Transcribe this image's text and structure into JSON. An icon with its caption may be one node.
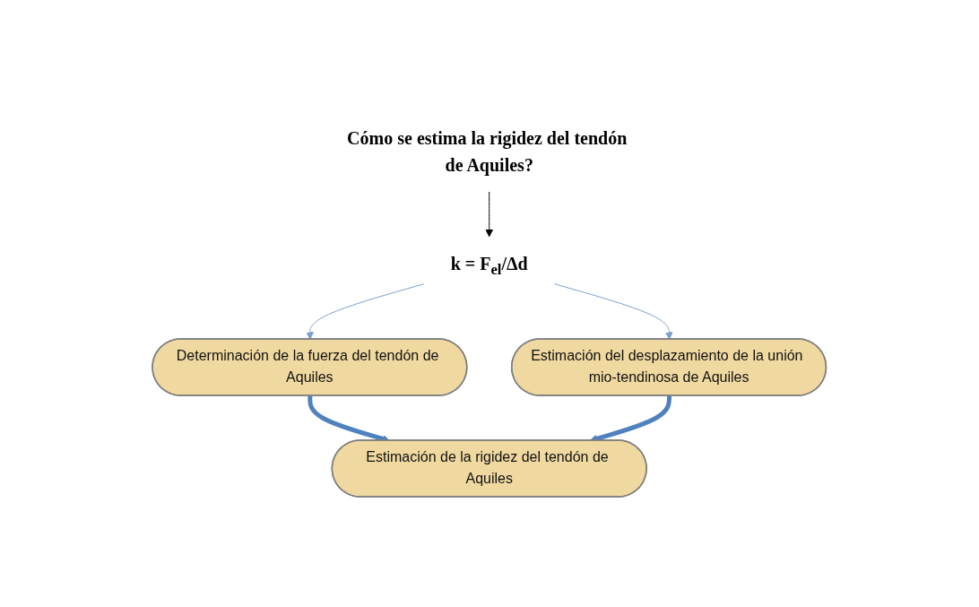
{
  "diagram": {
    "nodes": [
      {
        "text": [
          "Cómo se estima la rigidez del tendón de Aquiles?"
        ]
      },
      {
        "text": [
          "k = F$_{el}$/Δd"
        ]
      },
      {
        "text": [
          "Determinación de la fuerza del tendón de Aquiles"
        ]
      },
      {
        "text": [
          "Estimación del desplazamiento de la unión mio-tendinosa de Aquiles"
        ]
      },
      {
        "text": [
          "Estimación de la rigidez del tendón de Aquiles"
        ]
      }
    ],
    "edges": [
      {
        "from": 0,
        "to": 1,
        "arrow": "to",
        "color": "#000000"
      },
      {
        "from": 1,
        "to": 2,
        "arrow": "to",
        "color": "#7ba0cd"
      },
      {
        "from": 1,
        "to": 3,
        "arrow": "to",
        "color": "#7ba0cd"
      },
      {
        "from": 2,
        "to": 4,
        "arrow": "to",
        "style": "thick",
        "color": "#4f81bd"
      },
      {
        "from": 3,
        "to": 4,
        "arrow": "to",
        "style": "thick",
        "color": "#4f81bd"
      }
    ]
  }
}
